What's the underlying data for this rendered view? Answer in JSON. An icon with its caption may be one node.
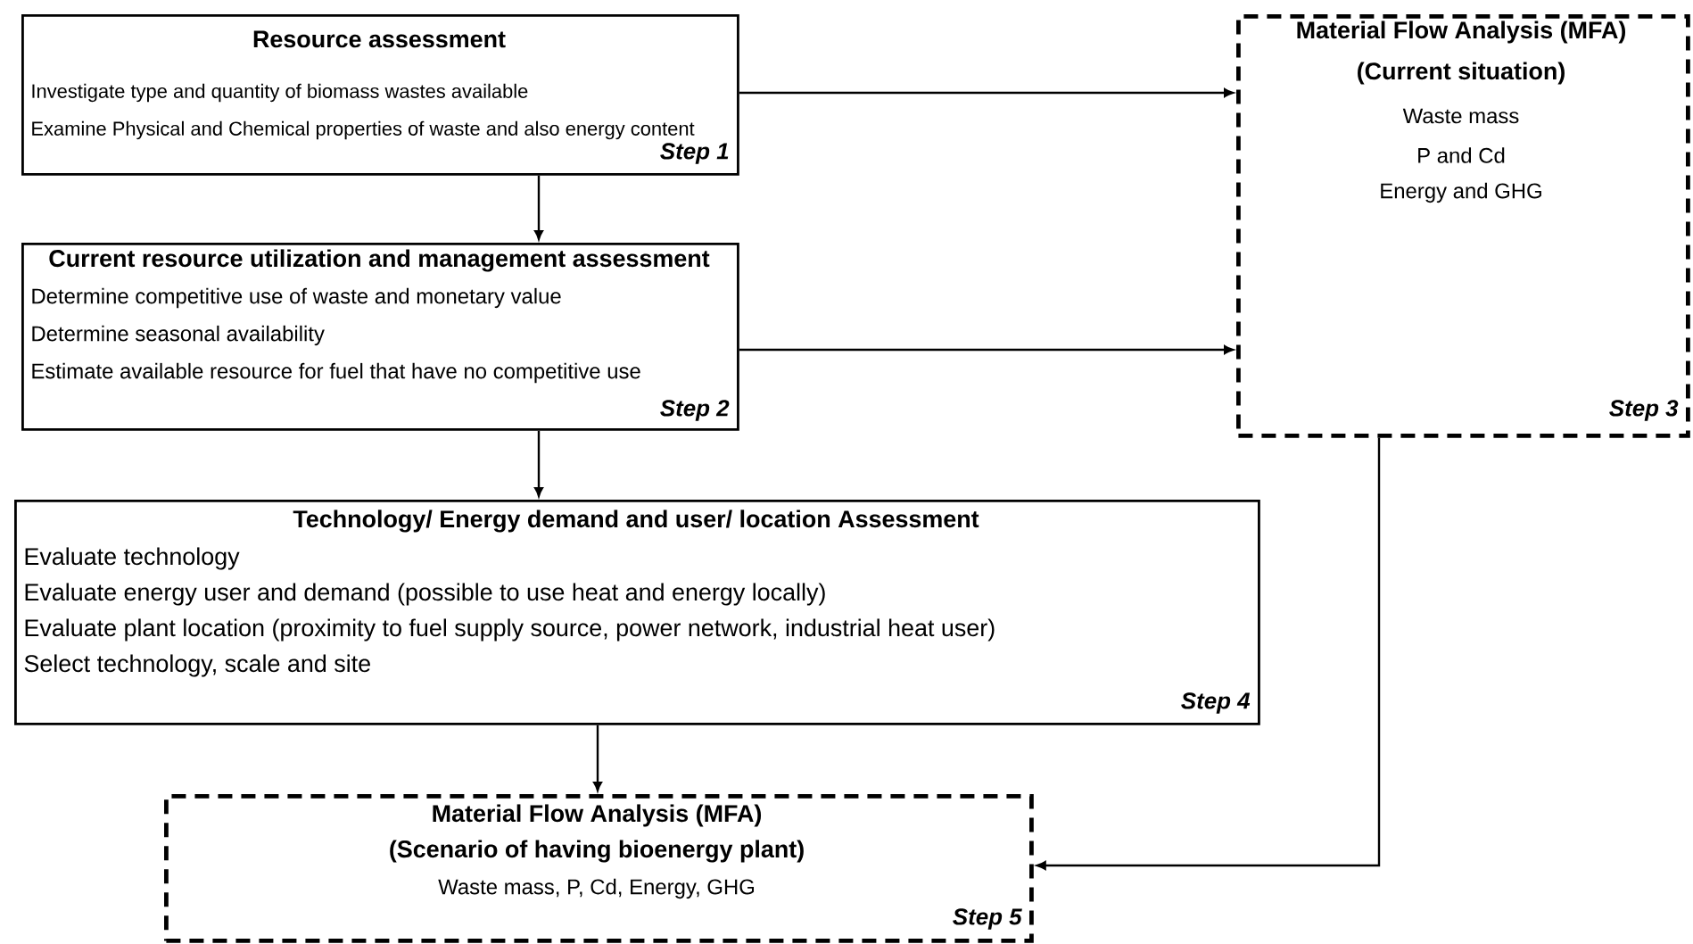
{
  "diagram": {
    "nodes": [
      {
        "text": [
          "Resource assessment",
          "Investigate type and quantity of biomass wastes available",
          "Examine Physical and Chemical properties of waste and also energy content",
          "Step 1"
        ]
      },
      {
        "text": [
          "Current resource utilization and management assessment",
          "Determine competitive use of waste and monetary value",
          "Determine seasonal availability",
          "Estimate available resource for fuel that have no competitive use",
          "Step 2"
        ]
      },
      {
        "text": [
          "Material Flow Analysis (MFA)",
          "(Current situation)",
          "Waste mass",
          "P and Cd",
          "Energy and GHG",
          "Step 3"
        ]
      },
      {
        "text": [
          "Technology/ Energy demand and user/ location Assessment",
          "Evaluate technology",
          "Evaluate energy user and demand (possible to use heat and energy locally)",
          "Evaluate plant location (proximity to fuel supply source, power network, industrial heat user)",
          "Select technology, scale and site",
          "Step 4"
        ]
      },
      {
        "text": [
          "Material Flow Analysis (MFA)",
          "(Scenario of having bioenergy plant)",
          "Waste mass, P, Cd, Energy, GHG",
          "Step 5"
        ]
      }
    ],
    "edges": [
      {
        "from": 0,
        "to": 1,
        "arrow": "to"
      },
      {
        "from": 0,
        "to": 2,
        "arrow": "to"
      },
      {
        "from": 1,
        "to": 2,
        "arrow": "to"
      },
      {
        "from": 1,
        "to": 3,
        "arrow": "to"
      },
      {
        "from": 3,
        "to": 4,
        "arrow": "to"
      },
      {
        "from": 2,
        "to": 4,
        "arrow": "to"
      }
    ]
  }
}
